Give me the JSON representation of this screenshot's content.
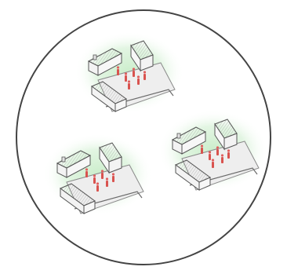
{
  "illustration": {
    "kind": "spot-illustration",
    "subject": "three-building-clusters",
    "frame_shape": "circle",
    "cluster_count": 3,
    "colors": {
      "frame_stroke": "#444444",
      "frame_fill": "#ffffff",
      "ground_glow": "#c8ecc8",
      "building_roof": "#e2e2e2",
      "building_wall": "#f3f3f3",
      "building_outline": "#555555",
      "courtyard": "#eeeeee",
      "people": "#d9534f",
      "people_alt": "#e06060"
    }
  }
}
